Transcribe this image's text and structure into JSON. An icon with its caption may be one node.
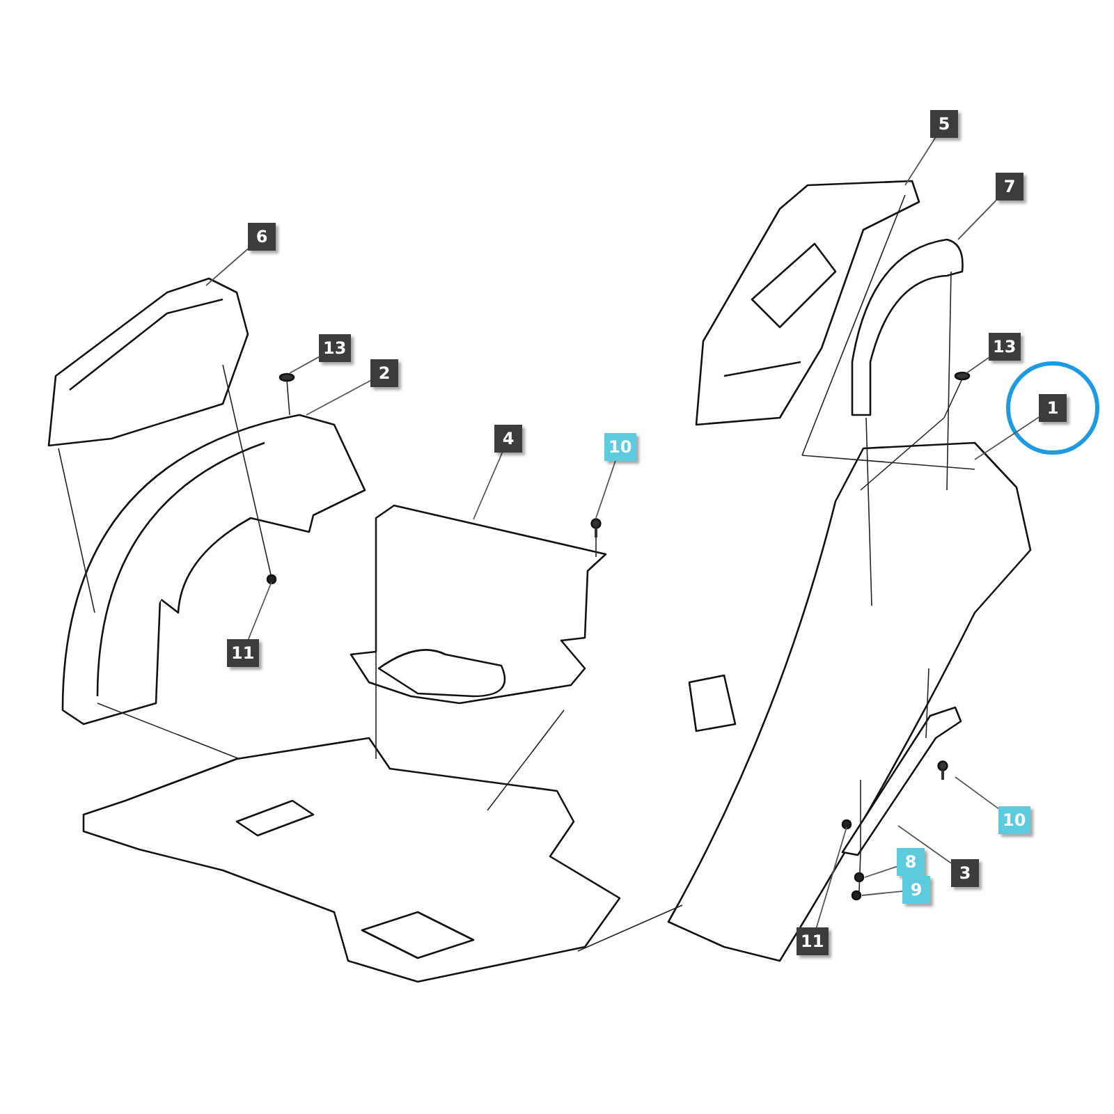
{
  "diagram": {
    "nodes": [
      {
        "text": [
          "6"
        ]
      },
      {
        "text": [
          "13"
        ]
      },
      {
        "text": [
          "2"
        ]
      },
      {
        "text": [
          "4"
        ]
      },
      {
        "text": [
          "10"
        ]
      },
      {
        "text": [
          "11"
        ]
      },
      {
        "text": [
          "5"
        ]
      },
      {
        "text": [
          "7"
        ]
      },
      {
        "text": [
          "13"
        ]
      },
      {
        "text": [
          "1"
        ]
      },
      {
        "text": [
          "10"
        ]
      },
      {
        "text": [
          "3"
        ]
      },
      {
        "text": [
          "8"
        ]
      },
      {
        "text": [
          "9"
        ]
      },
      {
        "text": [
          "11"
        ]
      }
    ],
    "edges": [
      {
        "from": 0,
        "to": null,
        "arrow": "none"
      },
      {
        "from": 1,
        "to": null,
        "arrow": "none"
      },
      {
        "from": 2,
        "to": null,
        "arrow": "none"
      },
      {
        "from": 3,
        "to": null,
        "arrow": "none"
      },
      {
        "from": 4,
        "to": null,
        "arrow": "none"
      },
      {
        "from": 5,
        "to": null,
        "arrow": "none"
      },
      {
        "from": 6,
        "to": null,
        "arrow": "none"
      },
      {
        "from": 7,
        "to": null,
        "arrow": "none"
      },
      {
        "from": 8,
        "to": null,
        "arrow": "none"
      },
      {
        "from": 9,
        "to": null,
        "arrow": "none"
      },
      {
        "from": 10,
        "to": null,
        "arrow": "none"
      },
      {
        "from": 11,
        "to": null,
        "arrow": "none"
      },
      {
        "from": 12,
        "to": null,
        "arrow": "none"
      },
      {
        "from": 13,
        "to": null,
        "arrow": "none"
      },
      {
        "from": 14,
        "to": null,
        "arrow": "none"
      }
    ]
  }
}
